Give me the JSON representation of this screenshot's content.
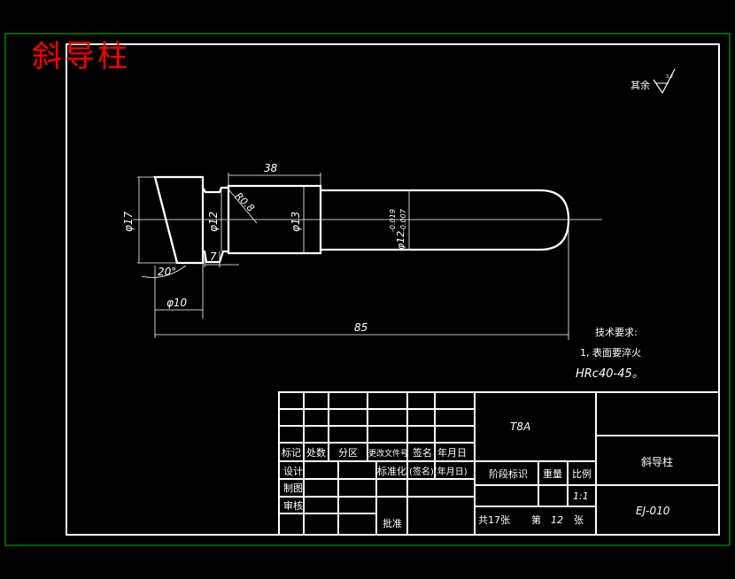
{
  "title": "斜导柱",
  "surface_note": "其余",
  "roughness_value": "3.2",
  "dimensions": {
    "d17": "φ17",
    "d12": "φ12",
    "r08": "R0.8",
    "d13": "φ13",
    "d12_fit": "φ12",
    "tol_upper": "-0.019",
    "tol_lower": "-0.007",
    "len38": "38",
    "len7": "7",
    "ang20": "20°",
    "d10": "φ10",
    "len85": "85"
  },
  "tech_req": {
    "heading": "技术要求:",
    "line1": "1, 表面要淬火",
    "line2": "HRc40-45。"
  },
  "title_block": {
    "material": "T8A",
    "part_name": "斜导柱",
    "drawing_no": "EJ-010",
    "scale": "1:1",
    "rev_headers": [
      "标记",
      "处数",
      "分区",
      "更改文件号",
      "签名",
      "年月日"
    ],
    "design": "设计",
    "standard": "标准化",
    "sign_date": "(签名)(年月日)",
    "stage": "阶段标识",
    "weight": "重量",
    "ratio": "比例",
    "draw": "制图",
    "check": "审核",
    "approve": "批准",
    "total_sheets": "共17张",
    "sheet_label": "第",
    "sheet_no": "12",
    "sheet_unit": "张"
  }
}
